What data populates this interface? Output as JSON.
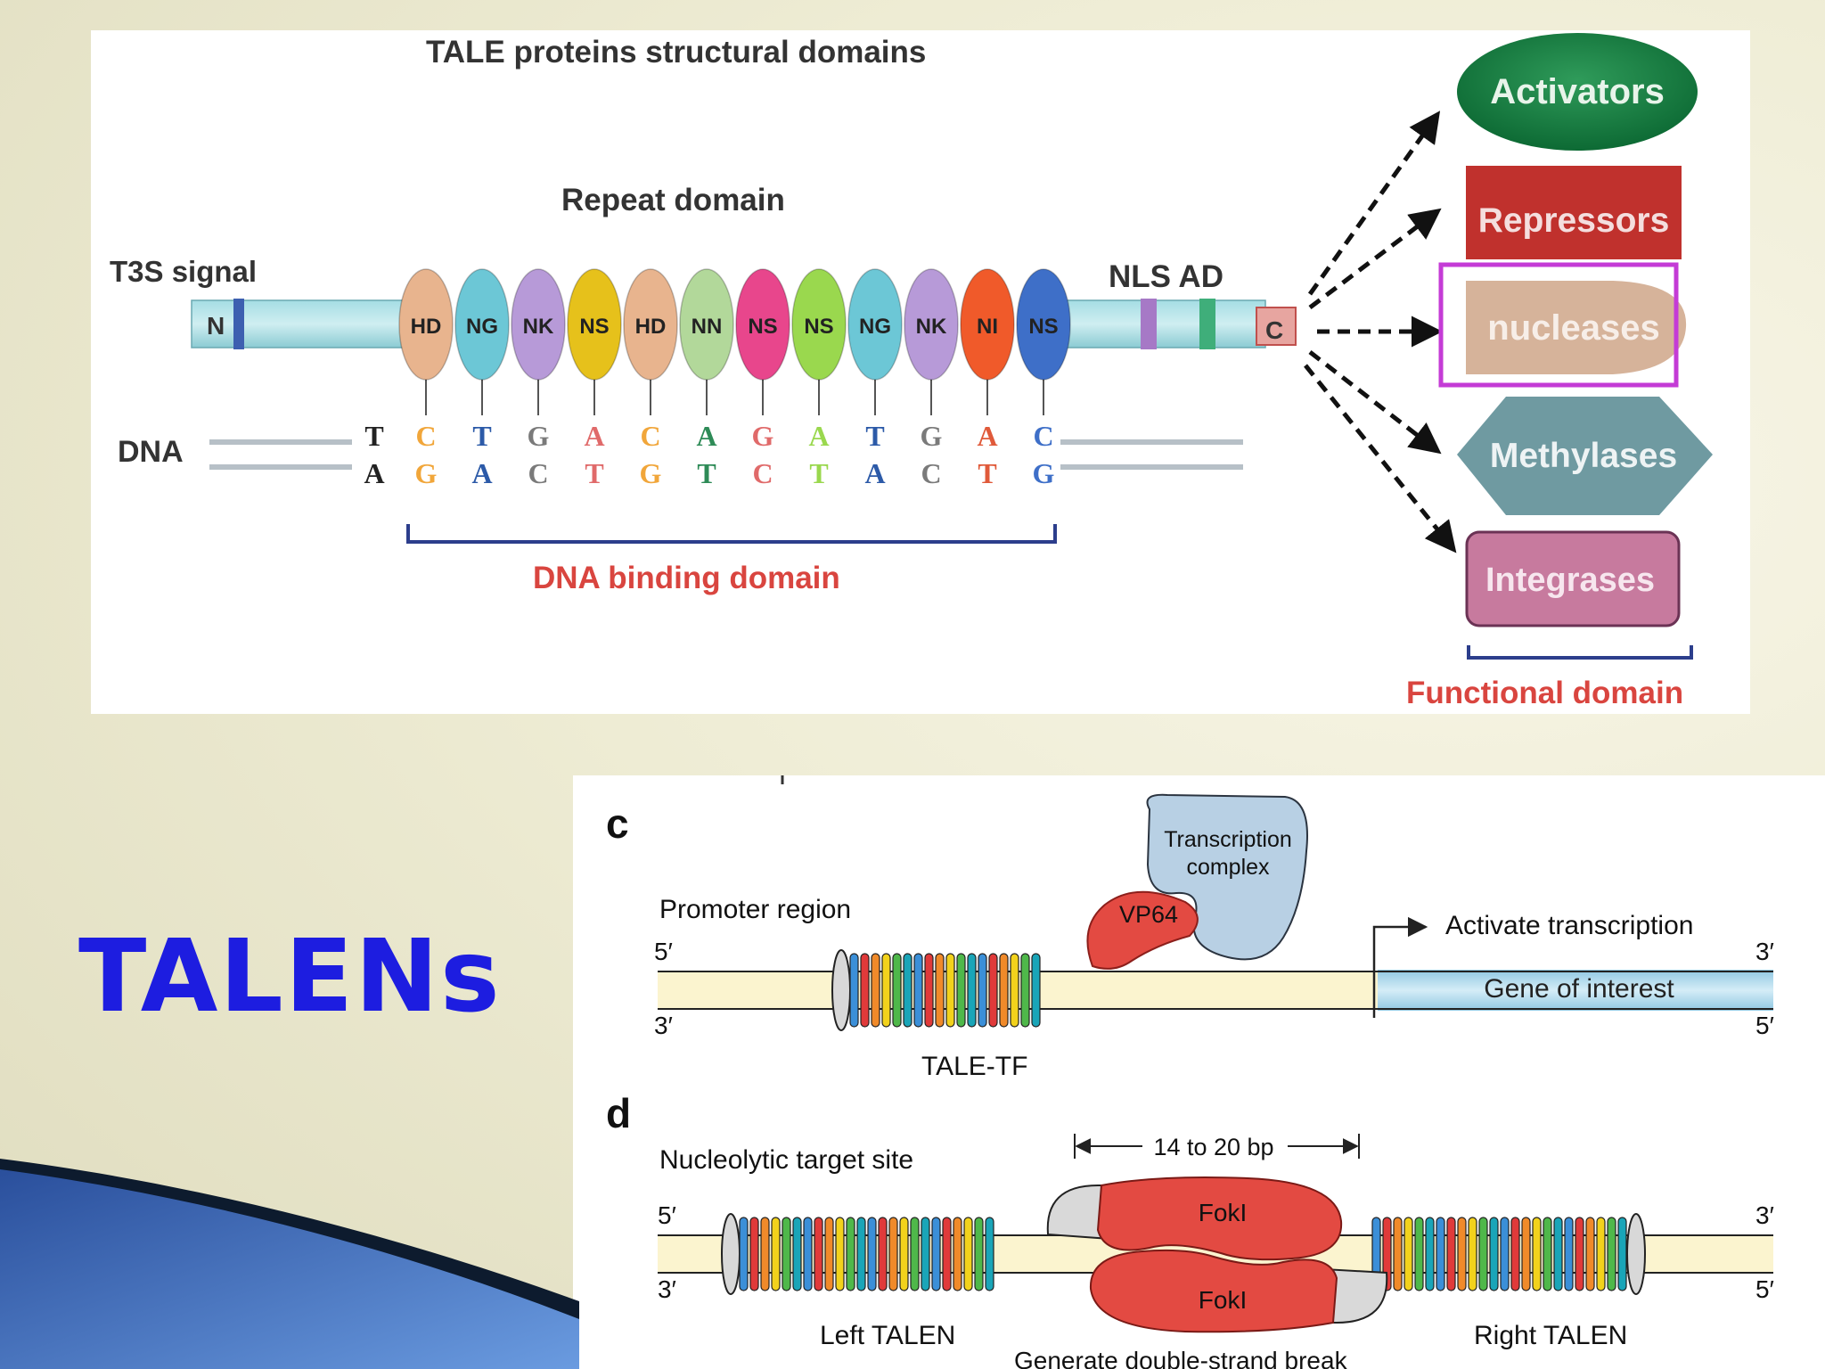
{
  "slide": {
    "title": "TALENs"
  },
  "top_figure": {
    "title": "TALE proteins structural domains",
    "t3s_signal": "T3S signal",
    "repeat_domain_label": "Repeat domain",
    "n_label": "N",
    "c_label": "C",
    "nls_ad_label": "NLS AD",
    "dna_label": "DNA",
    "repeats": [
      {
        "rvd": "HD",
        "color": "#e8b48e"
      },
      {
        "rvd": "NG",
        "color": "#6cc7d6"
      },
      {
        "rvd": "NK",
        "color": "#b79ad8"
      },
      {
        "rvd": "NS",
        "color": "#e6c11b"
      },
      {
        "rvd": "HD",
        "color": "#e8b48e"
      },
      {
        "rvd": "NN",
        "color": "#b2d89a"
      },
      {
        "rvd": "NS",
        "color": "#e8468c"
      },
      {
        "rvd": "NS",
        "color": "#9ad84e"
      },
      {
        "rvd": "NG",
        "color": "#6cc7d6"
      },
      {
        "rvd": "NK",
        "color": "#b79ad8"
      },
      {
        "rvd": "NI",
        "color": "#f05a2a"
      },
      {
        "rvd": "NS",
        "color": "#3e6fc8"
      }
    ],
    "dna_top": [
      {
        "b": "T",
        "color": "#222222"
      },
      {
        "b": "C",
        "color": "#f1a63a"
      },
      {
        "b": "T",
        "color": "#2c5aa8"
      },
      {
        "b": "G",
        "color": "#7a7a7a"
      },
      {
        "b": "A",
        "color": "#e06a6a"
      },
      {
        "b": "C",
        "color": "#f1a63a"
      },
      {
        "b": "A",
        "color": "#2e8b57"
      },
      {
        "b": "G",
        "color": "#e06a6a"
      },
      {
        "b": "A",
        "color": "#9ad84e"
      },
      {
        "b": "T",
        "color": "#2c5aa8"
      },
      {
        "b": "G",
        "color": "#7a7a7a"
      },
      {
        "b": "A",
        "color": "#e05a3a"
      },
      {
        "b": "C",
        "color": "#3e6fc8"
      }
    ],
    "dna_bottom": [
      {
        "b": "A",
        "color": "#222222"
      },
      {
        "b": "G",
        "color": "#f1a63a"
      },
      {
        "b": "A",
        "color": "#2c5aa8"
      },
      {
        "b": "C",
        "color": "#7a7a7a"
      },
      {
        "b": "T",
        "color": "#e06a6a"
      },
      {
        "b": "G",
        "color": "#f1a63a"
      },
      {
        "b": "T",
        "color": "#2e8b57"
      },
      {
        "b": "C",
        "color": "#e06a6a"
      },
      {
        "b": "T",
        "color": "#9ad84e"
      },
      {
        "b": "A",
        "color": "#2c5aa8"
      },
      {
        "b": "C",
        "color": "#7a7a7a"
      },
      {
        "b": "T",
        "color": "#e05a3a"
      },
      {
        "b": "G",
        "color": "#3e6fc8"
      }
    ],
    "dna_binding_domain": "DNA binding domain",
    "functional_domain": "Functional domain",
    "functions": {
      "activators": "Activators",
      "repressors": "Repressors",
      "nucleases": "nucleases",
      "methylases": "Methylases",
      "integrases": "Integrases"
    }
  },
  "bottom_figure": {
    "panel_c": {
      "label": "c",
      "promoter_region": "Promoter region",
      "five_prime": "5′",
      "three_prime": "3′",
      "transcription_complex_line1": "Transcription",
      "transcription_complex_line2": "complex",
      "vp64": "VP64",
      "activate_transcription": "Activate transcription",
      "gene_of_interest": "Gene of interest",
      "tale_tf": "TALE-TF"
    },
    "panel_d": {
      "label": "d",
      "nucleolytic_target_site": "Nucleolytic target site",
      "spacer": "14 to 20 bp",
      "foki": "FokI",
      "left_talen": "Left TALEN",
      "right_talen": "Right TALEN",
      "double_strand_break": "Generate double-strand break"
    }
  }
}
